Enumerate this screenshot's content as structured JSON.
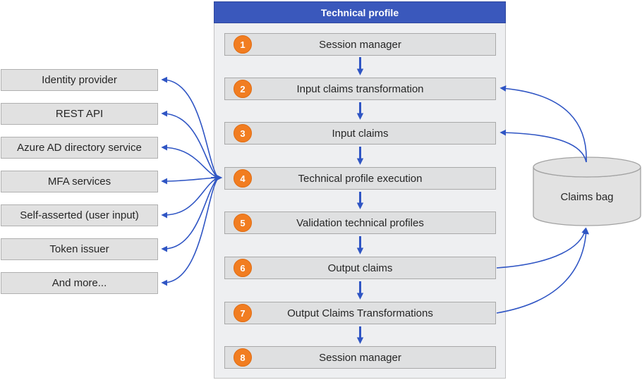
{
  "panel": {
    "title": "Technical profile"
  },
  "steps": [
    {
      "number": "1",
      "label": "Session manager"
    },
    {
      "number": "2",
      "label": "Input claims transformation"
    },
    {
      "number": "3",
      "label": "Input claims"
    },
    {
      "number": "4",
      "label": "Technical profile execution"
    },
    {
      "number": "5",
      "label": "Validation technical profiles"
    },
    {
      "number": "6",
      "label": "Output claims"
    },
    {
      "number": "7",
      "label": "Output Claims Transformations"
    },
    {
      "number": "8",
      "label": "Session manager"
    }
  ],
  "sources": [
    "Identity provider",
    "REST API",
    "Azure AD directory service",
    "MFA services",
    "Self-asserted (user input)",
    "Token issuer",
    "And more..."
  ],
  "claims_bag": {
    "label": "Claims bag"
  },
  "colors": {
    "header_blue": "#3a58bc",
    "header_border": "#2e479e",
    "arrow_blue": "#2f55c4",
    "step_circle_orange": "#f17d21",
    "box_fill": "#dfe0e1",
    "box_border": "#a9a9a9",
    "panel_fill": "#eeeff1",
    "panel_border": "#c3c3c3",
    "cylinder_fill": "#e2e2e2",
    "cylinder_border": "#a2a2a2",
    "text_dark": "#262626"
  }
}
